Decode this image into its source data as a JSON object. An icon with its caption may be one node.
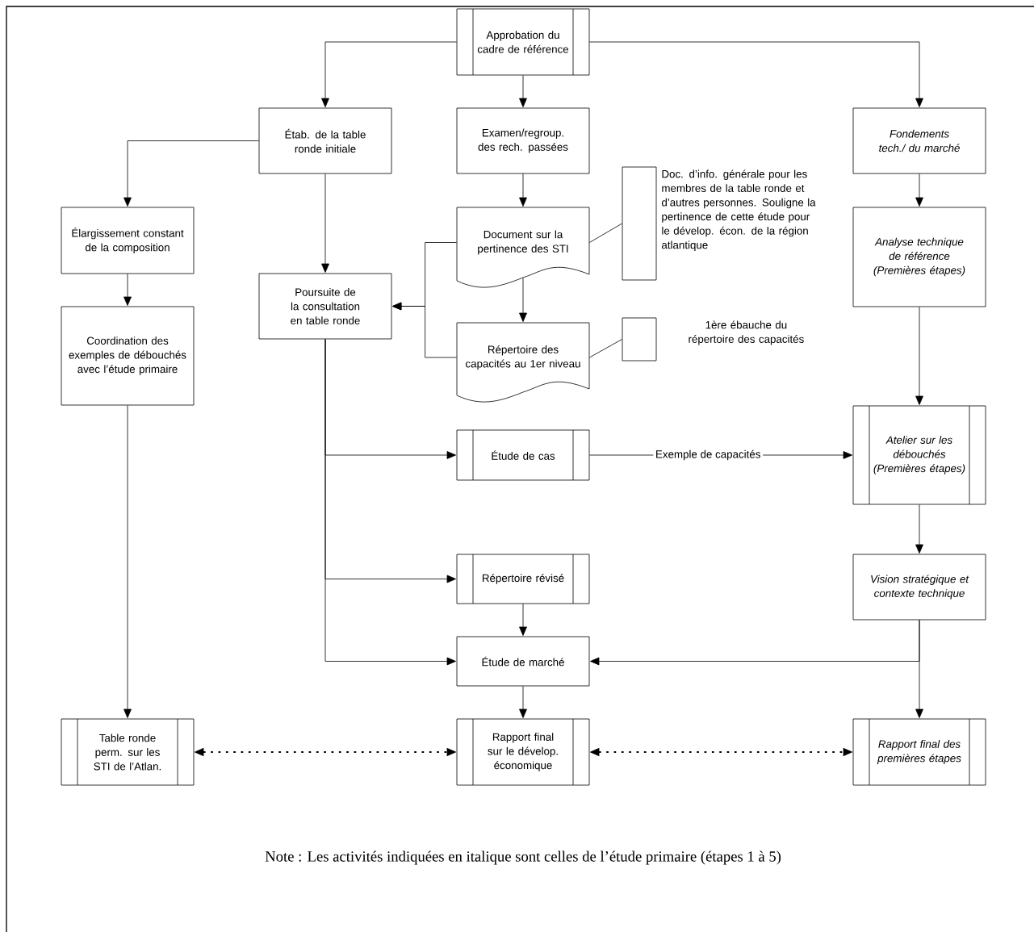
{
  "diagram": {
    "caption": "Note : Les activités indiquées en italique sont celles de l’étude primaire (étapes 1 à 5)",
    "nodes": [
      {
        "text": [
          "Approbation du cadre de référence"
        ]
      },
      {
        "text": [
          "Étab. de la table ronde initiale"
        ]
      },
      {
        "text": [
          "Examen/regroup. des rech. passées"
        ]
      },
      {
        "text": [
          "Fondements tech./ du marché"
        ]
      },
      {
        "text": [
          "Élargissement constant de la composition"
        ]
      },
      {
        "text": [
          "Document sur la pertinence des STI"
        ]
      },
      {
        "text": [
          "Doc. d’info. générale pour les membres de la table ronde et d’autres personnes. Souligne la pertinence de cette étude pour le dévelop. écon. de la région atlantique"
        ]
      },
      {
        "text": [
          "Analyse technique de référence (Premières étapes)"
        ]
      },
      {
        "text": [
          "Poursuite de la consultation en table ronde"
        ]
      },
      {
        "text": [
          "Coordination des exemples de débouchés avec l’étude primaire"
        ]
      },
      {
        "text": [
          "Répertoire des capacités au 1er niveau"
        ]
      },
      {
        "text": [
          "1ère ébauche du répertoire des capacités"
        ]
      },
      {
        "text": [
          "Étude de cas"
        ]
      },
      {
        "text": [
          "Atelier sur les débouchés (Premières étapes)"
        ]
      },
      {
        "text": [
          "Répertoire révisé"
        ]
      },
      {
        "text": [
          "Vision stratégique et contexte technique"
        ]
      },
      {
        "text": [
          "Étude de marché"
        ]
      },
      {
        "text": [
          "Table ronde perm. sur les STI de l’Atlan."
        ]
      },
      {
        "text": [
          "Rapport final sur le dévelop. économique"
        ]
      },
      {
        "text": [
          "Rapport final des premières étapes"
        ]
      }
    ],
    "edges": [
      {
        "from": 0,
        "to": 1,
        "arrow": "to"
      },
      {
        "from": 0,
        "to": 2,
        "arrow": "to"
      },
      {
        "from": 0,
        "to": 3,
        "arrow": "to"
      },
      {
        "from": 1,
        "to": 4,
        "arrow": "to"
      },
      {
        "from": 1,
        "to": 8,
        "arrow": "to"
      },
      {
        "from": 2,
        "to": 5,
        "arrow": "to"
      },
      {
        "from": 5,
        "to": 6,
        "arrow": "none"
      },
      {
        "from": 5,
        "to": 8,
        "arrow": "to"
      },
      {
        "from": 10,
        "to": 8,
        "arrow": "to"
      },
      {
        "from": 5,
        "to": 10,
        "arrow": "to"
      },
      {
        "from": 10,
        "to": 11,
        "arrow": "none"
      },
      {
        "from": 3,
        "to": 7,
        "arrow": "to"
      },
      {
        "from": 4,
        "to": 9,
        "arrow": "to"
      },
      {
        "from": 7,
        "to": 13,
        "arrow": "to"
      },
      {
        "from": 8,
        "to": 12,
        "arrow": "to"
      },
      {
        "from": 8,
        "to": 14,
        "arrow": "to"
      },
      {
        "from": 8,
        "to": 16,
        "arrow": "to"
      },
      {
        "from": 12,
        "to": 13,
        "arrow": "to",
        "label": "Exemple de capacités"
      },
      {
        "from": 13,
        "to": 15,
        "arrow": "to"
      },
      {
        "from": 14,
        "to": 16,
        "arrow": "to"
      },
      {
        "from": 15,
        "to": 16,
        "arrow": "to"
      },
      {
        "from": 15,
        "to": 19,
        "arrow": "to"
      },
      {
        "from": 16,
        "to": 18,
        "arrow": "to"
      },
      {
        "from": 9,
        "to": 17,
        "arrow": "to"
      },
      {
        "from": 17,
        "to": 18,
        "arrow": "both",
        "style": "dashed"
      },
      {
        "from": 18,
        "to": 19,
        "arrow": "both",
        "style": "dashed"
      }
    ]
  }
}
